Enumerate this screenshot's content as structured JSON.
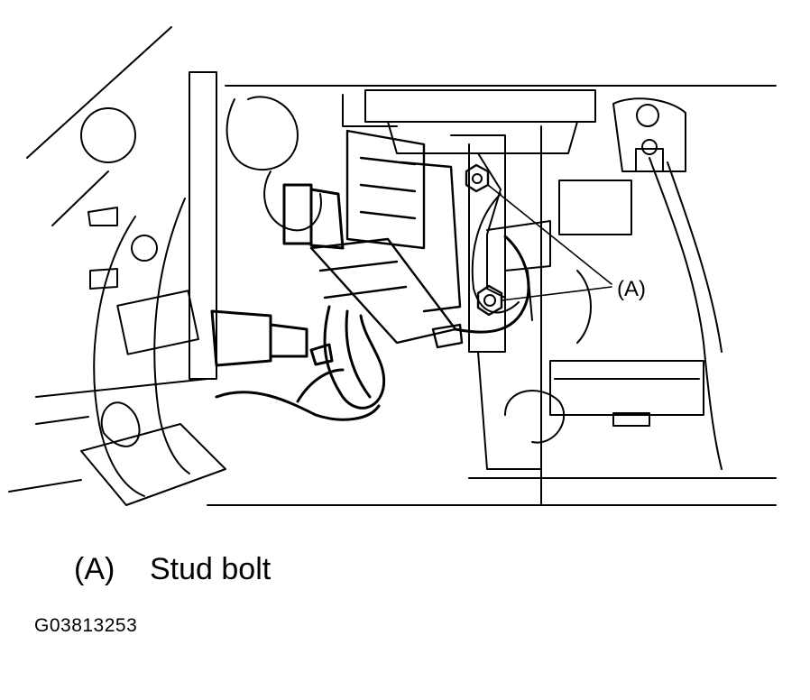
{
  "callouts": [
    {
      "label": "(A)"
    }
  ],
  "legend": [
    {
      "key": "(A)",
      "text": "Stud bolt"
    }
  ],
  "figure_id": "G03813253"
}
